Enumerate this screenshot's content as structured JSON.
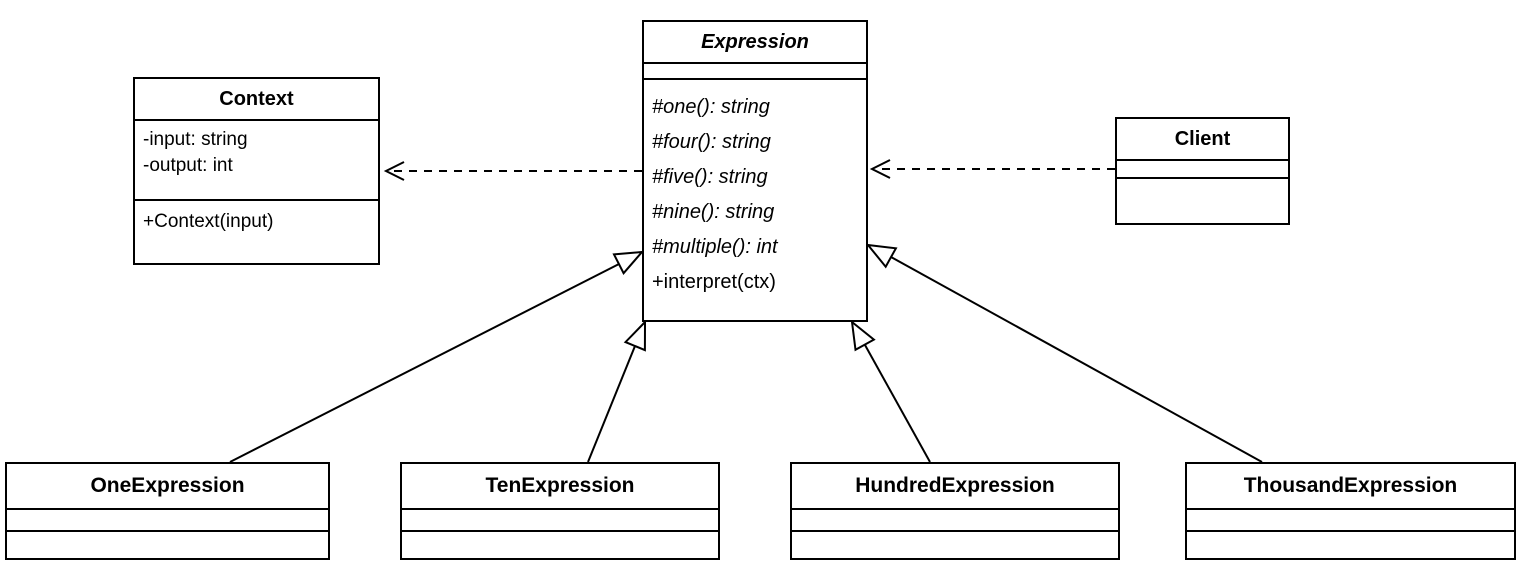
{
  "colors": {
    "stroke": "#000000",
    "background": "#ffffff",
    "text": "#000000"
  },
  "classes": {
    "expression": {
      "name": "Expression",
      "abstract": true,
      "attributes": [],
      "methods": [
        "#one(): string",
        "#four(): string",
        "#five(): string",
        "#nine(): string",
        "#multiple(): int",
        "+interpret(ctx)"
      ]
    },
    "context": {
      "name": "Context",
      "attributes": [
        "-input: string",
        "-output: int"
      ],
      "methods": [
        "+Context(input)"
      ]
    },
    "client": {
      "name": "Client",
      "attributes": [],
      "methods": []
    },
    "oneExpression": {
      "name": "OneExpression",
      "attributes": [],
      "methods": []
    },
    "tenExpression": {
      "name": "TenExpression",
      "attributes": [],
      "methods": []
    },
    "hundredExpression": {
      "name": "HundredExpression",
      "attributes": [],
      "methods": []
    },
    "thousandExpression": {
      "name": "ThousandExpression",
      "attributes": [],
      "methods": []
    }
  },
  "relationships": [
    {
      "type": "dependency",
      "from": "Expression",
      "to": "Context",
      "style": "dashed-open-arrow"
    },
    {
      "type": "dependency",
      "from": "Client",
      "to": "Expression",
      "style": "dashed-open-arrow"
    },
    {
      "type": "generalization",
      "from": "OneExpression",
      "to": "Expression",
      "style": "solid-hollow-triangle"
    },
    {
      "type": "generalization",
      "from": "TenExpression",
      "to": "Expression",
      "style": "solid-hollow-triangle"
    },
    {
      "type": "generalization",
      "from": "HundredExpression",
      "to": "Expression",
      "style": "solid-hollow-triangle"
    },
    {
      "type": "generalization",
      "from": "ThousandExpression",
      "to": "Expression",
      "style": "solid-hollow-triangle"
    }
  ]
}
